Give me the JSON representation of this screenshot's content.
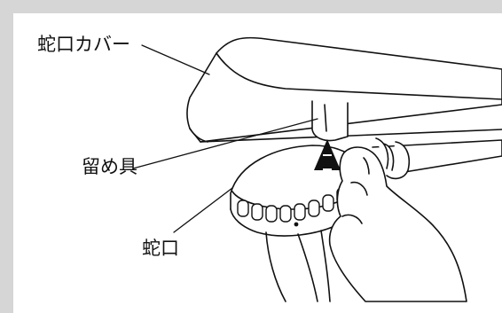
{
  "labels": {
    "faucet_cover": "蛇口カバー",
    "stopper": "留め具",
    "faucet": "蛇口"
  },
  "colors": {
    "background": "#d6d6d6",
    "panel": "#ffffff",
    "line": "#111111"
  },
  "icons": {
    "arrow": "up-arrow-icon",
    "hand": "hand-illustration"
  }
}
